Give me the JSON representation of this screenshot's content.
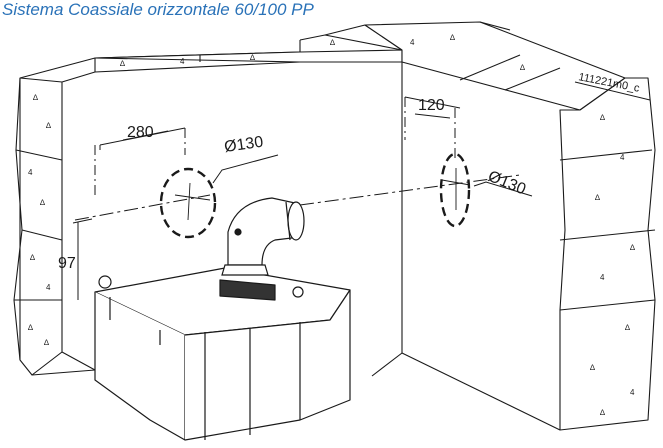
{
  "title": "Sistema  Coassiale orizzontale 60/100 PP",
  "drawing_code": "111221m0_c",
  "dimensions": {
    "left_offset": "280",
    "right_offset": "120",
    "height": "97",
    "left_hole_diameter": "Ø130",
    "right_hole_diameter": "Ø130"
  },
  "colors": {
    "title": "#2a72b8",
    "line": "#1a1a1a",
    "wall_fill": "#ffffff"
  }
}
